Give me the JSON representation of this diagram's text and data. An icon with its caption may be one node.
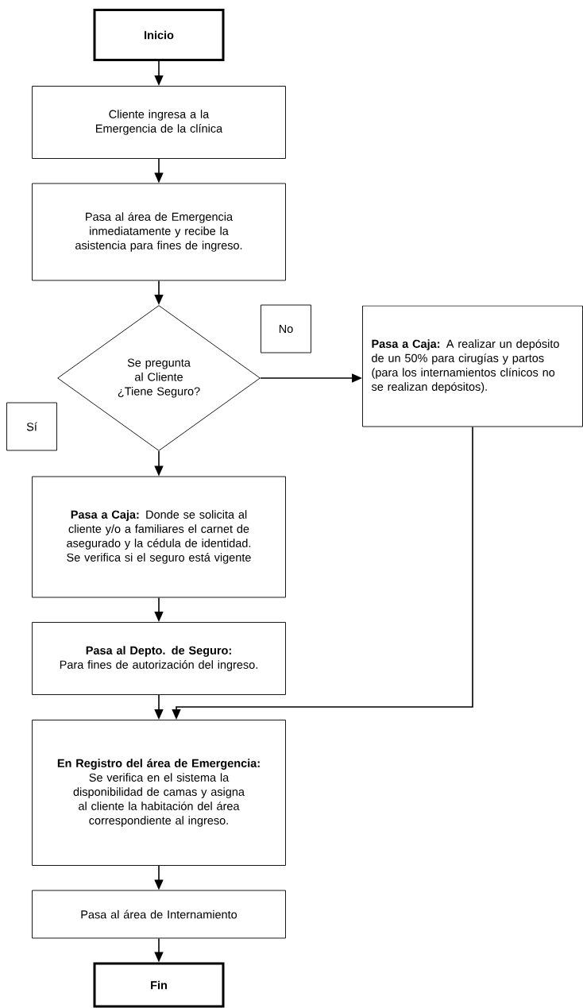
{
  "diagram": {
    "nodes": [
      {
        "text": [
          "Inicio"
        ]
      },
      {
        "text": [
          "Cliente ingresa a la Emergencia de la clínica"
        ]
      },
      {
        "text": [
          "Pasa al área de Emergencia inmediatamente y recibe la asistencia para fines de ingreso."
        ]
      },
      {
        "text": [
          "Se pregunta al Cliente ¿Tiene Seguro?"
        ]
      },
      {
        "text": [
          "No"
        ]
      },
      {
        "text": [
          "**Pasa a Caja:** A realizar un depósito de un 50% para cirugías y partos (para los internamientos clínicos no se realizan depósitos)."
        ]
      },
      {
        "text": [
          "Sí"
        ]
      },
      {
        "text": [
          "**Pasa a Caja:** Donde se solicita al cliente y/o a familiares el carnet de asegurado y la cédula de identidad. Se verifica si el seguro está vigente"
        ]
      },
      {
        "text": [
          "Pasa al Depto. de Seguro:",
          "Para fines de autorización del ingreso."
        ]
      },
      {
        "text": [
          "En Registro del área de Emergencia:",
          "Se verifica en el sistema la disponibilidad de camas y asigna al cliente la habitación del área correspondiente al ingreso."
        ]
      },
      {
        "text": [
          "Pasa al área de Internamiento"
        ]
      },
      {
        "text": [
          "Fin"
        ]
      }
    ],
    "edges": [
      {
        "from": 0,
        "to": 1,
        "arrow": "to"
      },
      {
        "from": 1,
        "to": 2,
        "arrow": "to"
      },
      {
        "from": 2,
        "to": 3,
        "arrow": "to"
      },
      {
        "from": 3,
        "to": 5,
        "arrow": "to"
      },
      {
        "from": 3,
        "to": 7,
        "arrow": "to"
      },
      {
        "from": 7,
        "to": 8,
        "arrow": "to"
      },
      {
        "from": 8,
        "to": 9,
        "arrow": "to"
      },
      {
        "from": 5,
        "to": 9,
        "arrow": "to"
      },
      {
        "from": 9,
        "to": 10,
        "arrow": "to"
      },
      {
        "from": 10,
        "to": 11,
        "arrow": "to"
      }
    ]
  }
}
